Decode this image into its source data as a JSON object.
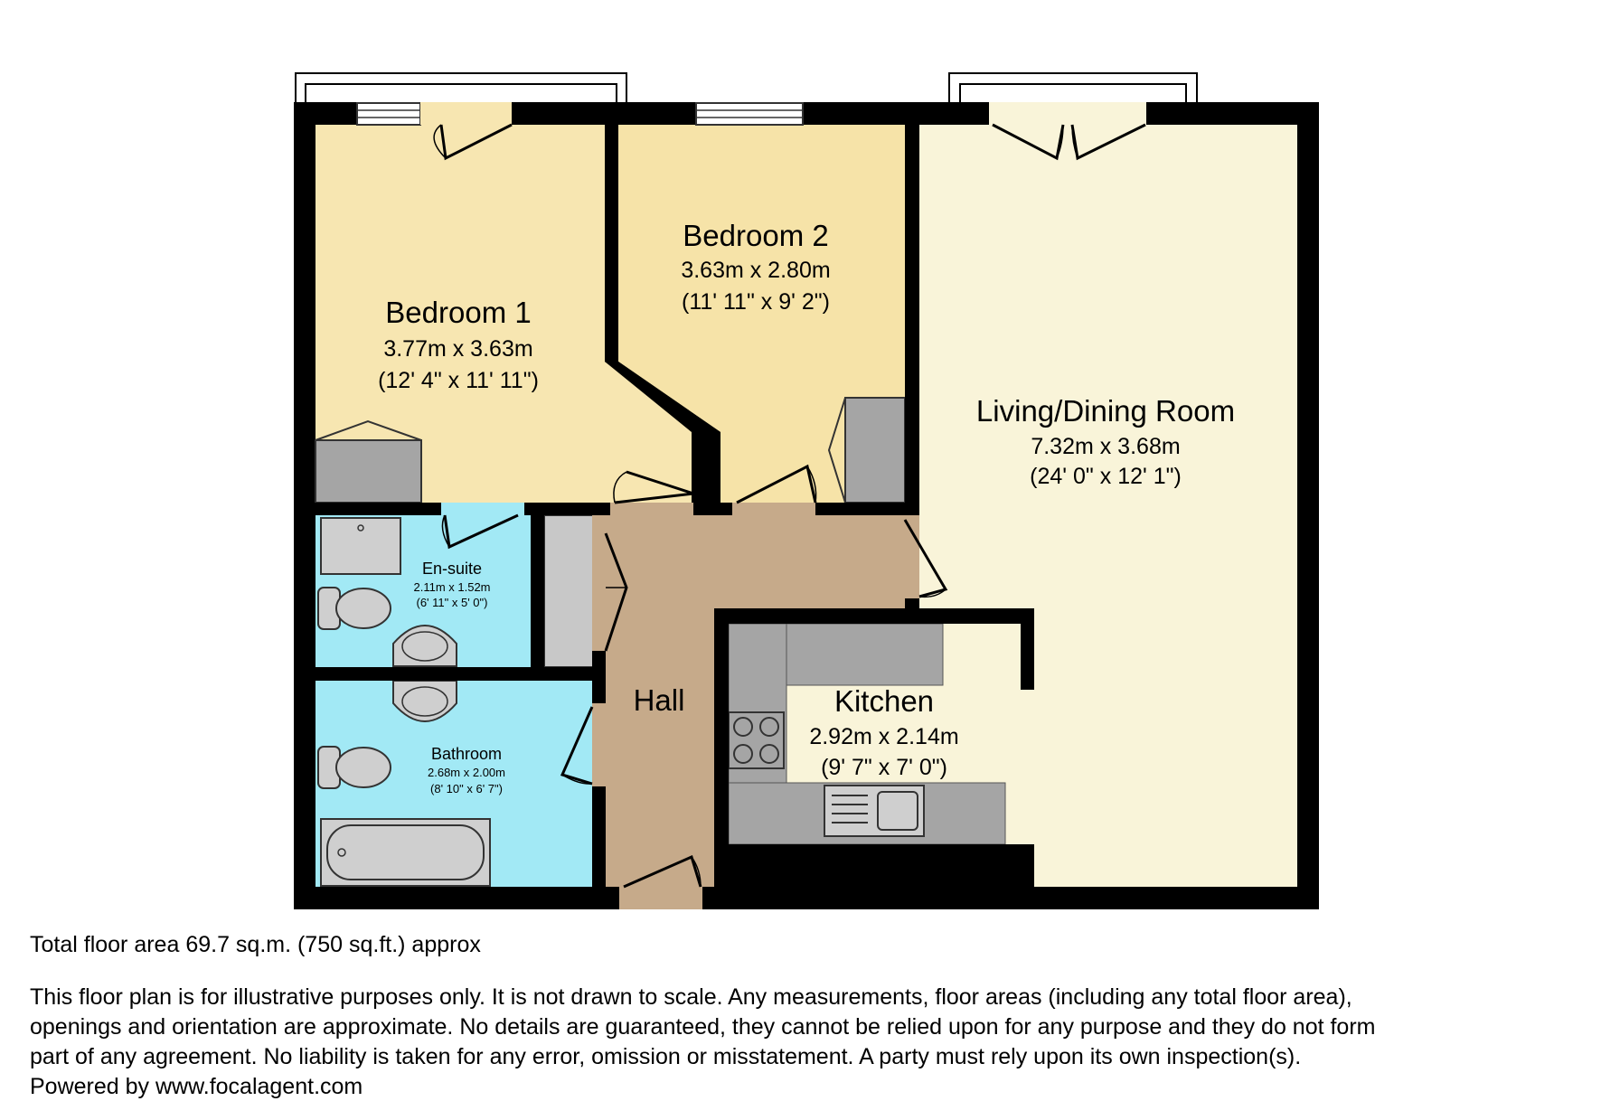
{
  "colors": {
    "wall": "#000000",
    "bedroom": "#f7e6b1",
    "bedroom2": "#f6e3a8",
    "living": "#f9f4d9",
    "wet_room": "#a2e9f5",
    "hall": "#c6aa8a",
    "kitchen_floor": "#f9f4d9",
    "fittings": "#a5a5a5"
  },
  "rooms": {
    "bedroom1": {
      "name": "Bedroom 1",
      "metric": "3.77m x 3.63m",
      "imperial": "(12' 4\" x 11' 11\")"
    },
    "bedroom2": {
      "name": "Bedroom 2",
      "metric": "3.63m x 2.80m",
      "imperial": "(11' 11\" x 9' 2\")"
    },
    "living": {
      "name": "Living/Dining Room",
      "metric": "7.32m x 3.68m",
      "imperial": "(24' 0\" x 12' 1\")"
    },
    "ensuite": {
      "name": "En-suite",
      "metric": "2.11m x 1.52m",
      "imperial": "(6' 11\" x 5' 0\")"
    },
    "bathroom": {
      "name": "Bathroom",
      "metric": "2.68m x 2.00m",
      "imperial": "(8' 10\" x 6' 7\")"
    },
    "hall": {
      "name": "Hall"
    },
    "kitchen": {
      "name": "Kitchen",
      "metric": "2.92m x 2.14m",
      "imperial": "(9' 7\" x 7' 0\")"
    }
  },
  "footer": {
    "total_area": "Total floor area 69.7 sq.m. (750 sq.ft.) approx",
    "disclaimer_lines": [
      "This floor plan is for illustrative purposes only. It is not drawn to scale. Any measurements, floor areas (including any total floor area),",
      "openings and orientation are approximate. No details are guaranteed, they cannot be relied upon for any purpose and they do not form",
      "part of any agreement. No liability is taken for any error, omission or misstatement. A party must rely upon its own inspection(s).",
      "Powered by www.focalagent.com"
    ]
  }
}
